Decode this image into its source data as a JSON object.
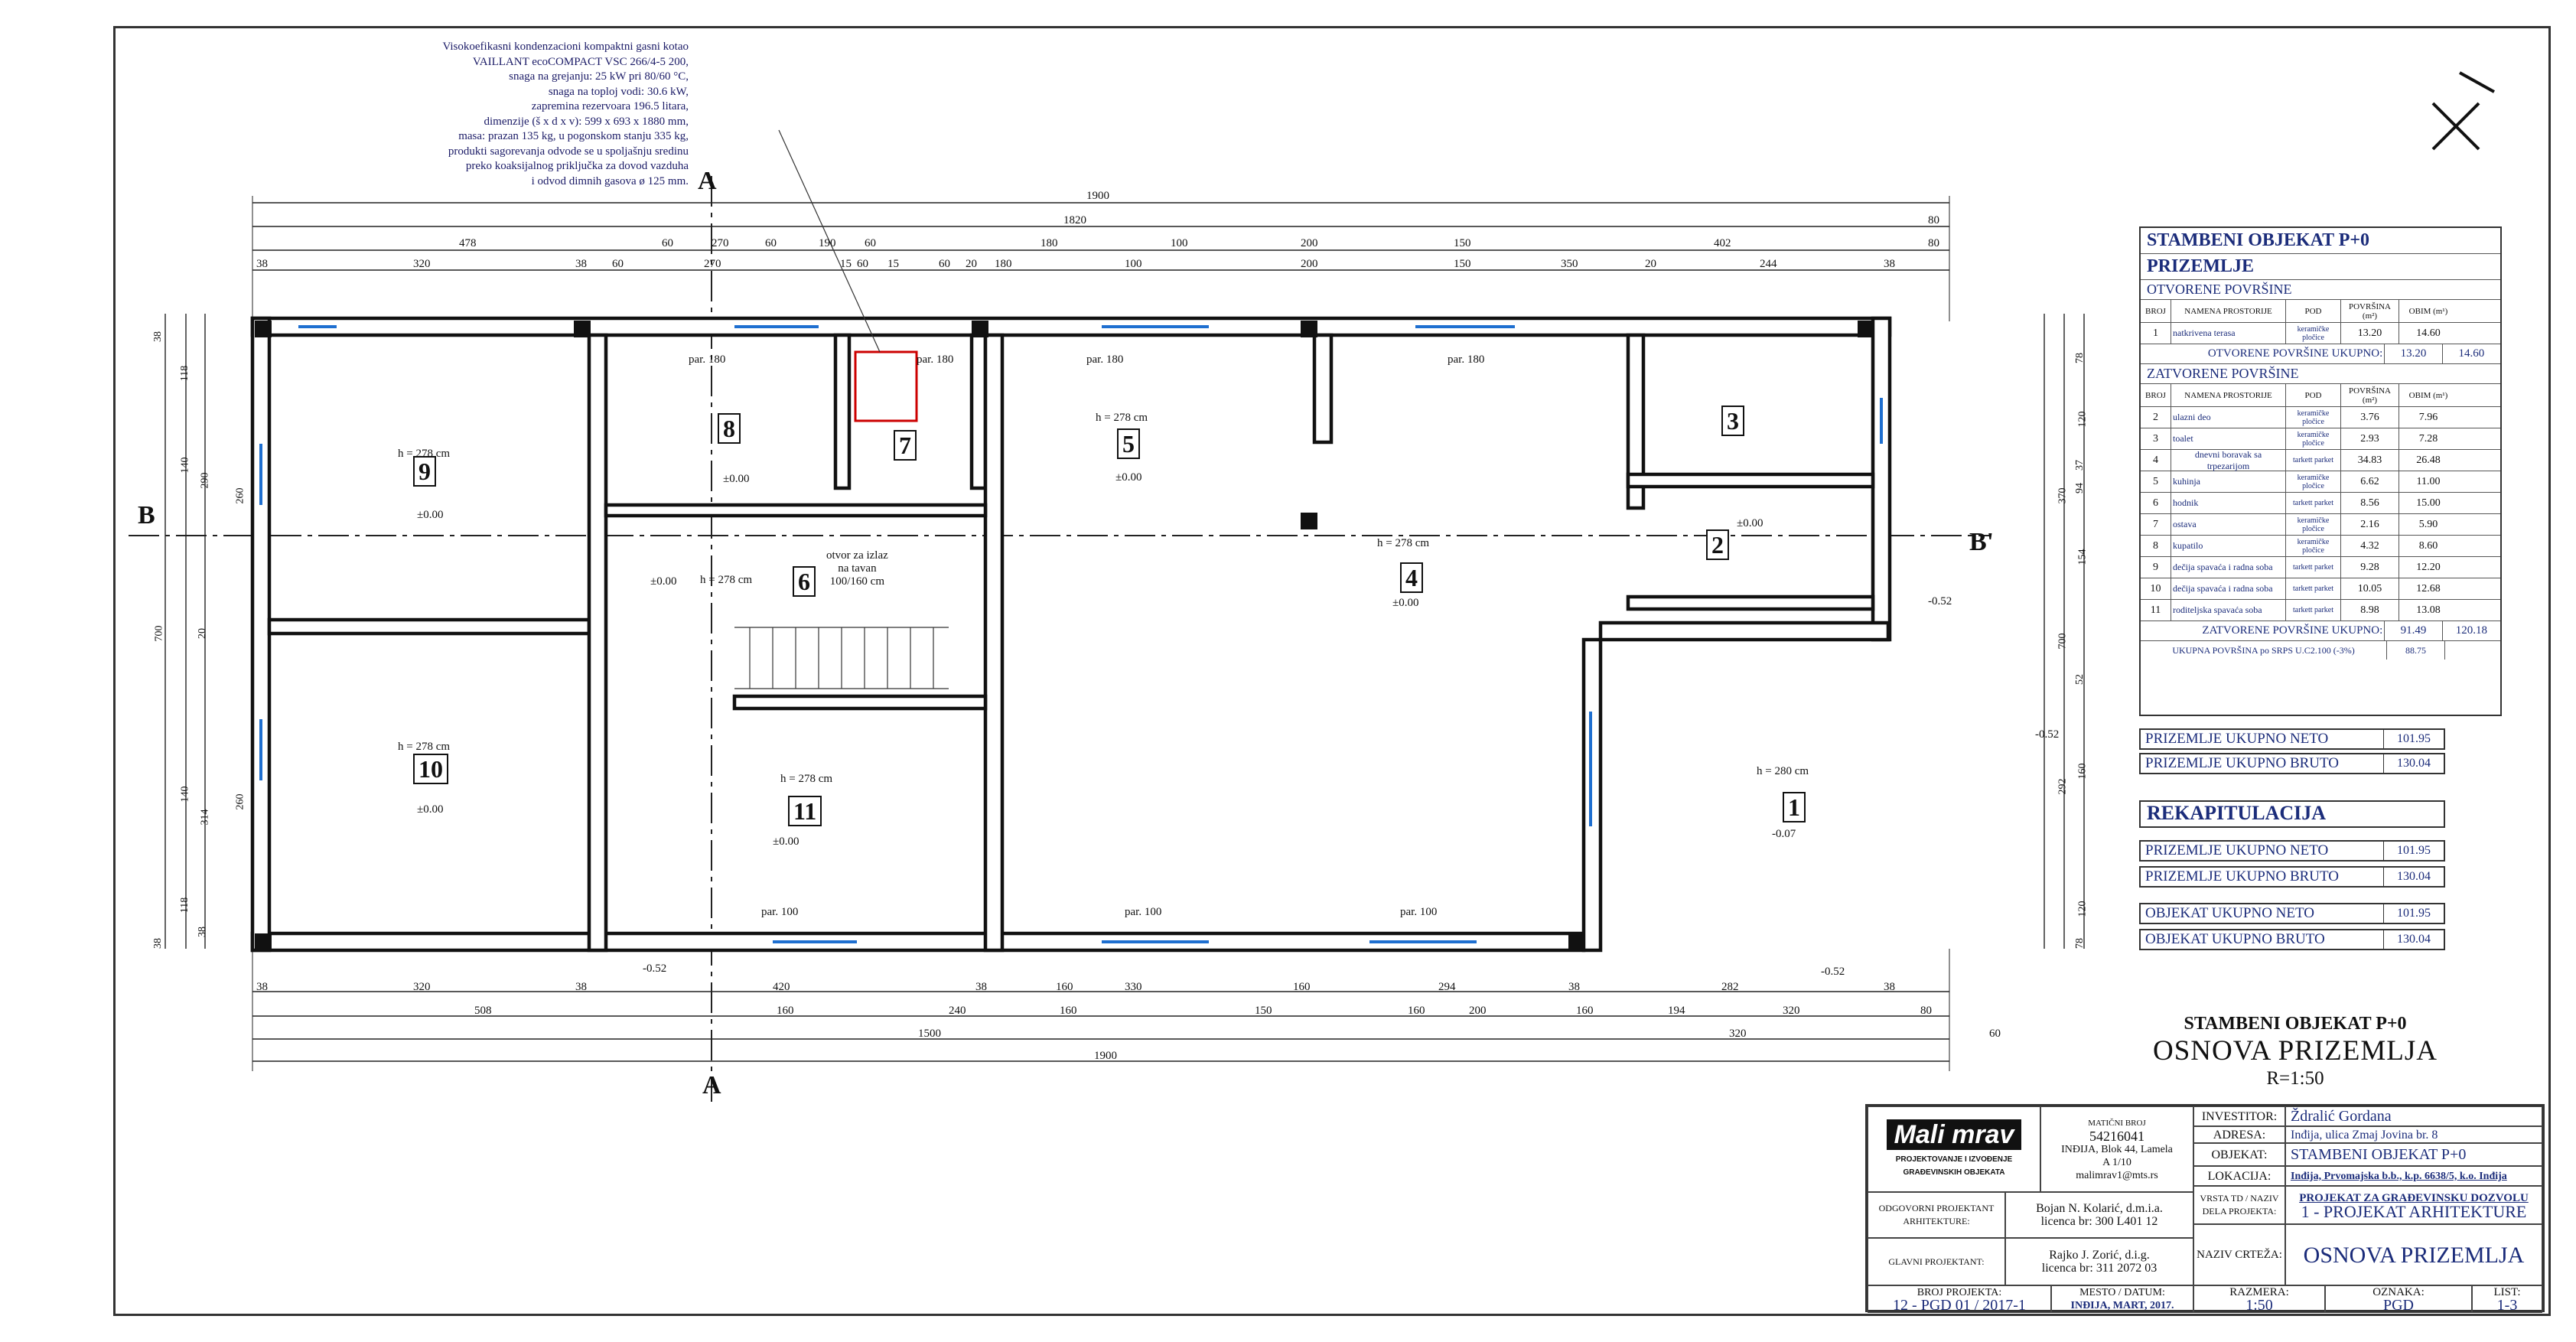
{
  "equipment_note": [
    "Visokoefikasni kondenzacioni kompaktni gasni kotao",
    "VAILLANT ecoCOMPACT VSC 266/4-5 200,",
    "snaga na grejanju: 25 kW pri 80/60 °C,",
    "snaga na toploj vodi: 30.6 kW,",
    "zapremina rezervoara 196.5 litara,",
    "dimenzije (š x d x v): 599 x 693 x 1880 mm,",
    "masa: prazan 135 kg, u pogonskom stanju 335 kg,",
    "produkti sagorevanja odvode se u spoljašnju sredinu",
    "preko koaksijalnog priključka za dovod vazduha",
    "i odvod dimnih gasova ø 125 mm."
  ],
  "section_markers": {
    "a_top": "A",
    "a_bottom": "A",
    "b_left": "B",
    "b_right": "B'"
  },
  "dims_top": {
    "overall": "1900",
    "row2": [
      "1820",
      "80"
    ],
    "row3": [
      "478",
      "60",
      "270",
      "60",
      "190",
      "60",
      "180",
      "100",
      "200",
      "150",
      "402",
      "80"
    ],
    "row4": [
      "38",
      "320",
      "38",
      "60",
      "270",
      "15",
      "60",
      "15",
      "60",
      "20",
      "180",
      "100",
      "200",
      "150",
      "350",
      "20",
      "244",
      "38"
    ]
  },
  "dims_bottom": {
    "row1": [
      "38",
      "320",
      "38",
      "420",
      "38",
      "160",
      "330",
      "160",
      "294",
      "38",
      "282",
      "38"
    ],
    "row2": [
      "508",
      "160",
      "240",
      "160",
      "150",
      "160",
      "200",
      "160",
      "194",
      "320",
      "80"
    ],
    "row3": [
      "1500",
      "320",
      "60"
    ],
    "overall": "1900"
  },
  "dims_left": [
    "38",
    "118",
    "140",
    "290",
    "260",
    "20",
    "700",
    "38",
    "314",
    "140",
    "260",
    "118",
    "38"
  ],
  "dims_right": [
    "78",
    "120",
    "37",
    "370",
    "94",
    "154",
    "700",
    "52",
    "292",
    "160",
    "120",
    "78"
  ],
  "rooms": [
    {
      "num": "9",
      "height": "h = 278 cm",
      "level": "±0.00"
    },
    {
      "num": "10",
      "height": "h = 278 cm",
      "level": "±0.00"
    },
    {
      "num": "8",
      "height": "",
      "level": "±0.00"
    },
    {
      "num": "7",
      "height": "",
      "level": ""
    },
    {
      "num": "6",
      "height": "h = 278 cm",
      "level": "±0.00"
    },
    {
      "num": "11",
      "height": "h = 278 cm",
      "level": "±0.00"
    },
    {
      "num": "5",
      "height": "h = 278 cm",
      "level": "±0.00"
    },
    {
      "num": "4",
      "height": "h = 278 cm",
      "level": "±0.00"
    },
    {
      "num": "3",
      "height": "",
      "level": ""
    },
    {
      "num": "2",
      "height": "",
      "level": "±0.00"
    },
    {
      "num": "1",
      "height": "h = 280 cm",
      "level": "-0.07"
    }
  ],
  "plan_labels": {
    "attic_opening": [
      "otvor za izlaz",
      "na tavan",
      "100/160 cm"
    ],
    "parapets": [
      "par. 180",
      "par. 180",
      "par. 180",
      "par. 180",
      "par. 100",
      "par. 100",
      "par. 100"
    ],
    "outside_levels": [
      "-0.52",
      "-0.52",
      "-0.52",
      "-0.52"
    ]
  },
  "area_table": {
    "title": "STAMBENI OBJEKAT  P+0",
    "floor": "PRIZEMLJE",
    "open_title": "OTVORENE POVRŠINE",
    "columns": [
      "BROJ",
      "NAMENA PROSTORIJE",
      "POD",
      "POVRŠINA (m²)",
      "OBIM (m¹)"
    ],
    "open_rows": [
      [
        "1",
        "natkrivena terasa",
        "keramičke pločice",
        "13.20",
        "14.60"
      ]
    ],
    "open_total": {
      "label": "OTVORENE POVRŠINE UKUPNO:",
      "area": "13.20",
      "perimeter": "14.60"
    },
    "closed_title": "ZATVORENE POVRŠINE",
    "closed_rows": [
      [
        "2",
        "ulazni deo",
        "keramičke pločice",
        "3.76",
        "7.96"
      ],
      [
        "3",
        "toalet",
        "keramičke pločice",
        "2.93",
        "7.28"
      ],
      [
        "4",
        "dnevni boravak sa trpezarijom",
        "tarkett parket",
        "34.83",
        "26.48"
      ],
      [
        "5",
        "kuhinja",
        "keramičke pločice",
        "6.62",
        "11.00"
      ],
      [
        "6",
        "hodnik",
        "tarkett parket",
        "8.56",
        "15.00"
      ],
      [
        "7",
        "ostava",
        "keramičke pločice",
        "2.16",
        "5.90"
      ],
      [
        "8",
        "kupatilo",
        "keramičke pločice",
        "4.32",
        "8.60"
      ],
      [
        "9",
        "dečija spavaća i radna soba",
        "tarkett parket",
        "9.28",
        "12.20"
      ],
      [
        "10",
        "dečija spavaća i radna soba",
        "tarkett parket",
        "10.05",
        "12.68"
      ],
      [
        "11",
        "roditeljska spavaća soba",
        "tarkett parket",
        "8.98",
        "13.08"
      ]
    ],
    "closed_total": {
      "label": "ZATVORENE POVRŠINE UKUPNO:",
      "area": "91.49",
      "perimeter": "120.18"
    },
    "srps_total": {
      "label": "UKUPNA POVRŠINA po SRPS U.C2.100 (-3%)",
      "area": "88.75"
    }
  },
  "summaries": [
    {
      "label": "PRIZEMLJE UKUPNO NETO",
      "value": "101.95"
    },
    {
      "label": "PRIZEMLJE UKUPNO BRUTO",
      "value": "130.04"
    }
  ],
  "recap": {
    "title": "REKAPITULACIJA",
    "rows": [
      {
        "label": "PRIZEMLJE UKUPNO NETO",
        "value": "101.95"
      },
      {
        "label": "PRIZEMLJE UKUPNO BRUTO",
        "value": "130.04"
      },
      {
        "label": "OBJEKAT UKUPNO NETO",
        "value": "101.95"
      },
      {
        "label": "OBJEKAT UKUPNO BRUTO",
        "value": "130.04"
      }
    ]
  },
  "drawing_title": {
    "line1": "STAMBENI OBJEKAT P+0",
    "line2": "OSNOVA PRIZEMLJA",
    "scale": "R=1:50"
  },
  "title_block": {
    "logo": "Mali mrav",
    "company_sub": "PROJEKTOVANJE I IZVOĐENJE GRAĐEVINSKIH OBJEKATA",
    "mb_label": "MATIČNI BROJ",
    "mb_value": "54216041",
    "address": "INĐIJA, Blok 44, Lamela A 1/10",
    "email": "malimrav1@mts.rs",
    "resp_label": "ODGOVORNI PROJEKTANT ARHITEKTURE:",
    "resp_name": "Bojan N. Kolarić, d.m.i.a.",
    "resp_lic": "licenca br: 300 L401 12",
    "chief_label": "GLAVNI PROJEKTANT:",
    "chief_name": "Rajko J. Zorić, d.i.g.",
    "chief_lic": "licenca br: 311 2072 03",
    "proj_no_label": "BROJ PROJEKTA:",
    "proj_no": "12 - PGD 01 / 2017-1",
    "place_label": "MESTO / DATUM:",
    "place": "INĐIJA, MART, 2017.",
    "investor_label": "INVESTITOR:",
    "investor": "Ždralić Gordana",
    "adresa_label": "ADRESA:",
    "adresa": "Inđija, ulica Zmaj Jovina br. 8",
    "objekat_label": "OBJEKAT:",
    "objekat": "STAMBENI OBJEKAT  P+0",
    "lokacija_label": "LOKACIJA:",
    "lokacija": "Inđija, Prvomajska b.b., k.p. 6638/5, k.o. Inđija",
    "vrsta_label": "VRSTA TD / NAZIV DELA PROJEKTA:",
    "vrsta1": "PROJEKAT ZA GRAĐEVINSKU DOZVOLU",
    "vrsta2": "1 - PROJEKAT ARHITEKTURE",
    "naziv_label": "NAZIV CRTEŽA:",
    "naziv": "OSNOVA PRIZEMLJA",
    "razmera_label": "RAZMERA:",
    "razmera": "1:50",
    "oznaka_label": "OZNAKA:",
    "oznaka": "PGD",
    "list_label": "LIST:",
    "list": "1-3"
  },
  "colors": {
    "ink": "#111111",
    "blue": "#1b2c7a",
    "window": "#1e6fd0"
  }
}
